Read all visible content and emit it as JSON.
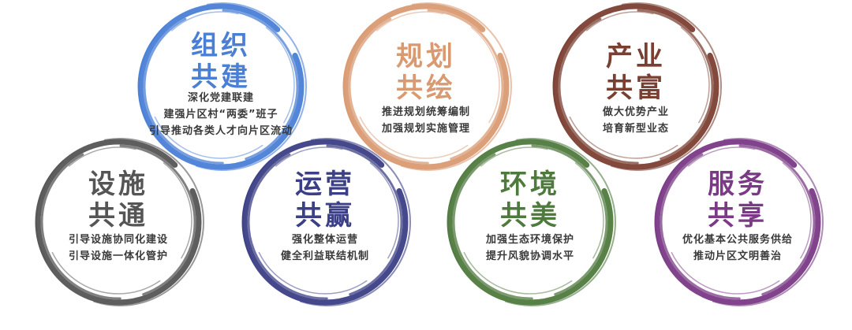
{
  "items": [
    {
      "title1": "组织",
      "title2": "共建",
      "desc": [
        "深化党建联建",
        "建强片区村“两委”班子",
        "引导推动各类人才向片区流动"
      ],
      "color": "#4a7fd6"
    },
    {
      "title1": "规划",
      "title2": "共绘",
      "desc": [
        "推进规划统筹编制",
        "加强规划实施管理"
      ],
      "color": "#d99a72"
    },
    {
      "title1": "产业",
      "title2": "共富",
      "desc": [
        "做大优势产业",
        "培育新型业态"
      ],
      "color": "#7b3f32"
    },
    {
      "title1": "设施",
      "title2": "共通",
      "desc": [
        "引导设施协同化建设",
        "引导设施一体化管护"
      ],
      "color": "#555555"
    },
    {
      "title1": "运营",
      "title2": "共赢",
      "desc": [
        "强化整体运营",
        "健全利益联结机制"
      ],
      "color": "#3b3f86"
    },
    {
      "title1": "环境",
      "title2": "共美",
      "desc": [
        "加强生态环境保护",
        "提升风貌协调水平"
      ],
      "color": "#4f7a3d"
    },
    {
      "title1": "服务",
      "title2": "共享",
      "desc": [
        "优化基本公共服务供给",
        "推动片区文明善治"
      ],
      "color": "#7a3a86"
    }
  ]
}
